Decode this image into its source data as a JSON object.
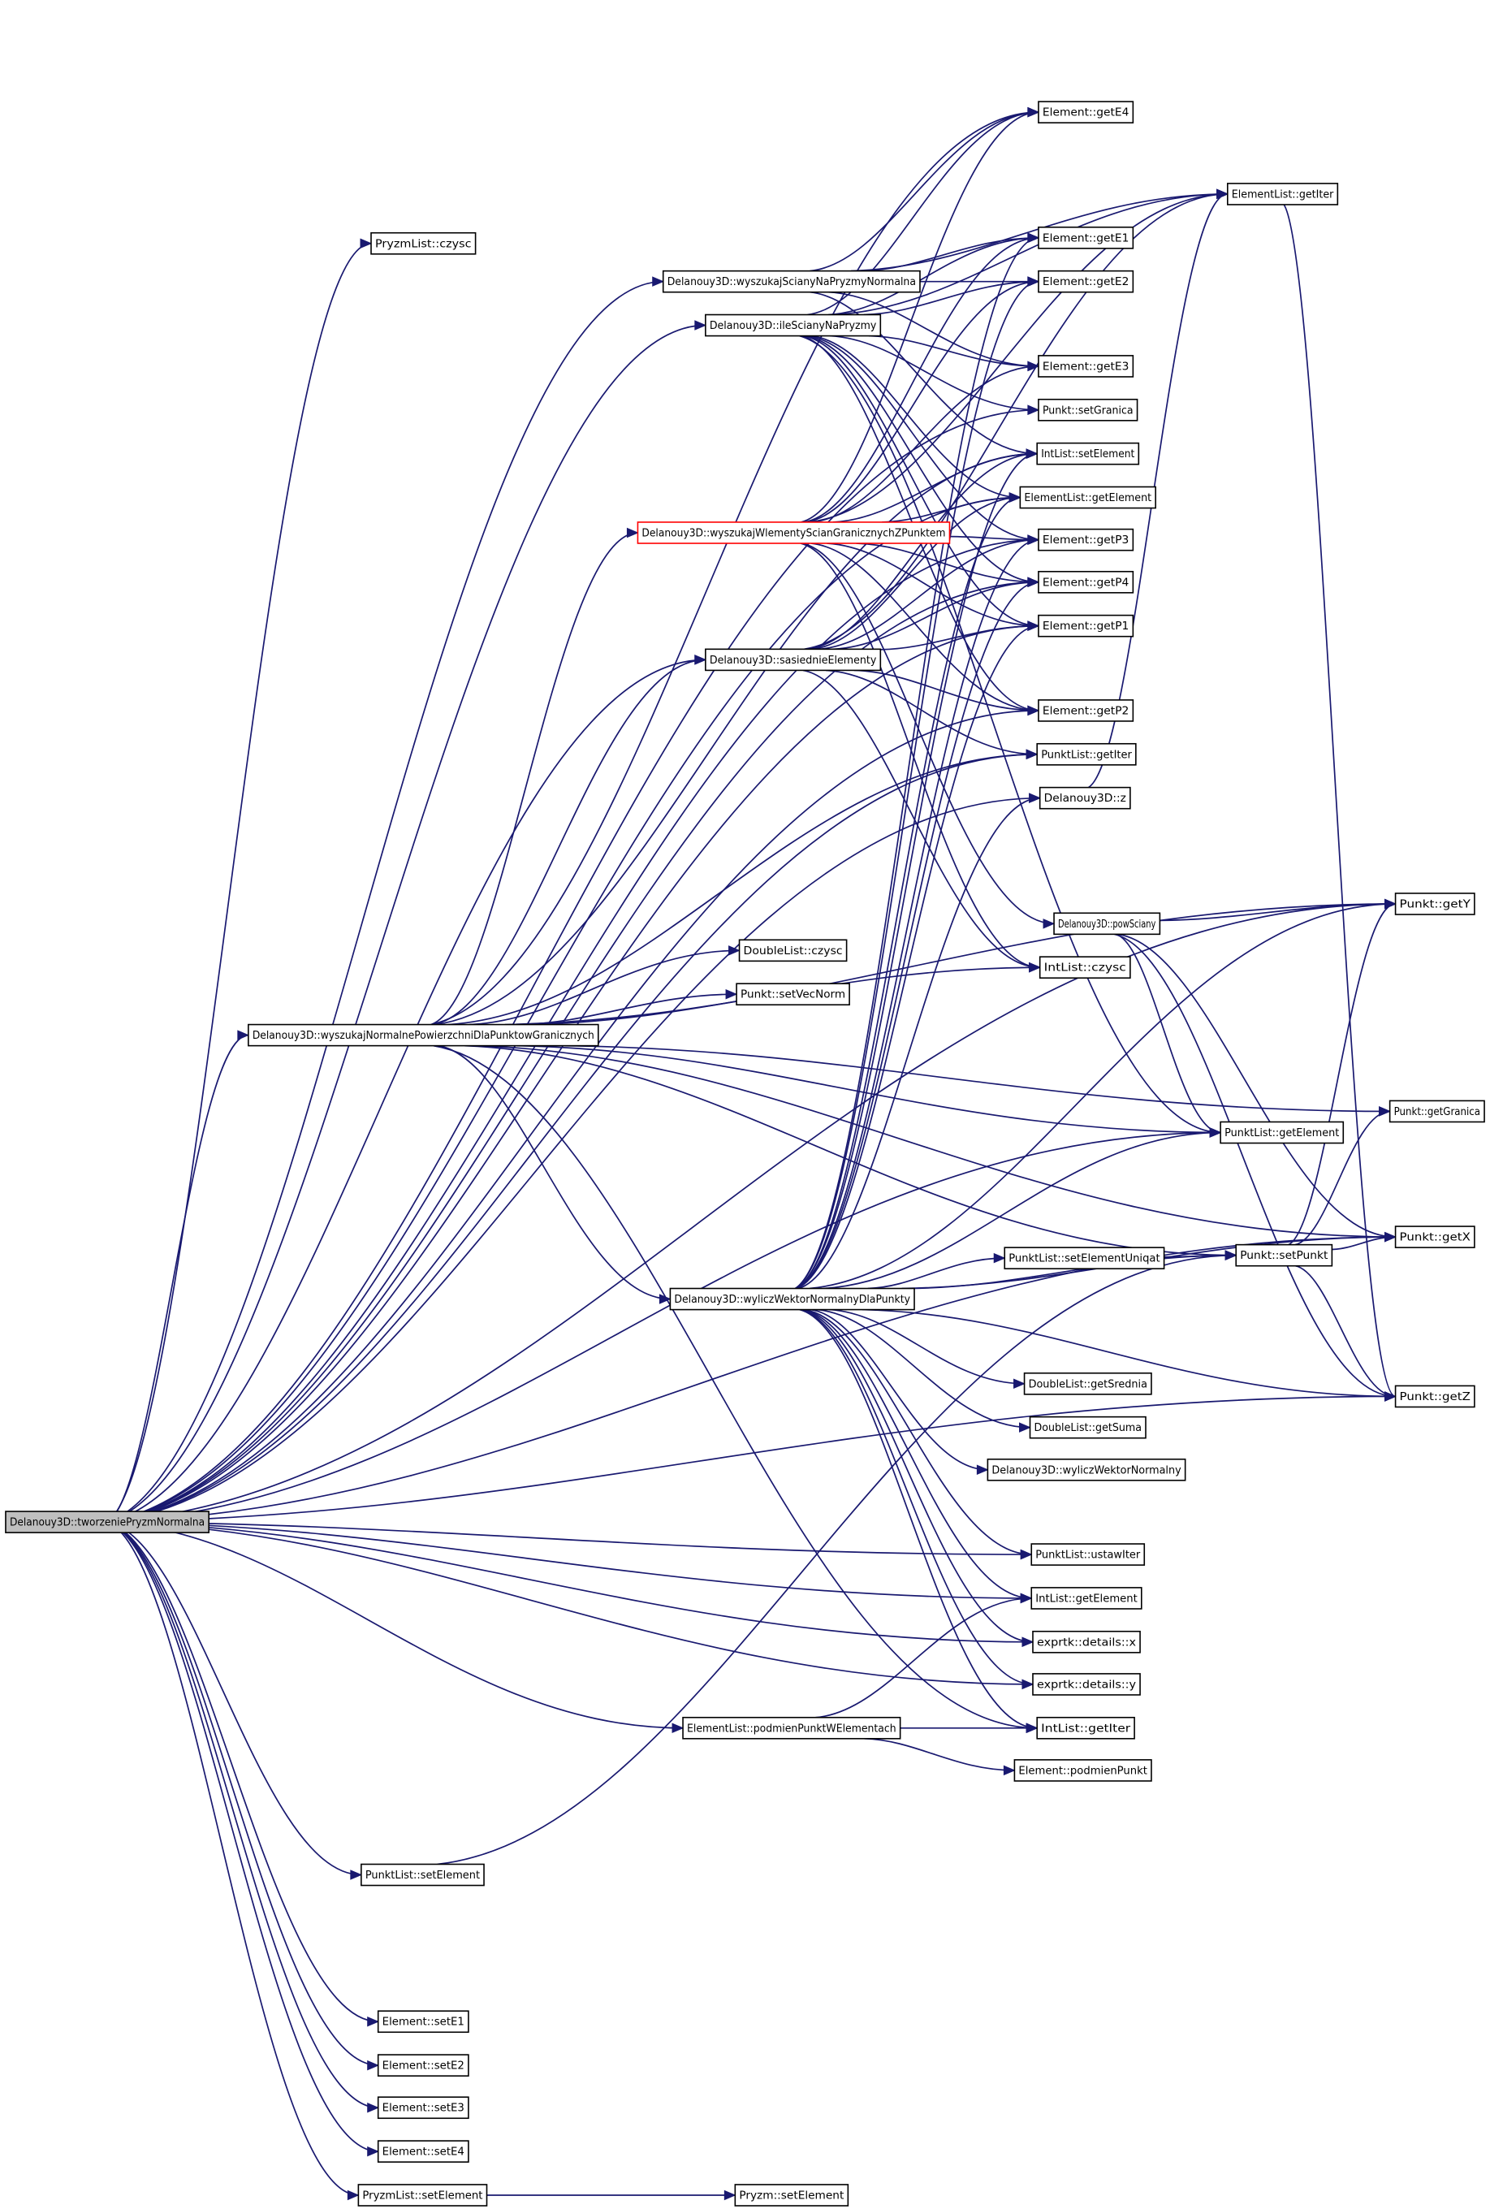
{
  "graph": {
    "nodes": [
      {
        "id": "tworzenie",
        "label": "Delanouy3D::tworzeniePryzmNormalna",
        "style": "root"
      },
      {
        "id": "pryzmlist_czysc",
        "label": "PryzmList::czysc"
      },
      {
        "id": "wyszukajSciany",
        "label": "Delanouy3D::wyszukajScianyNaPryzmyNormalna"
      },
      {
        "id": "ileSciany",
        "label": "Delanouy3D::ileScianyNaPryzmy"
      },
      {
        "id": "wyszukajWlementy",
        "label": "Delanouy3D::wyszukajWlementyScianGranicznychZPunktem",
        "style": "highlight"
      },
      {
        "id": "sasiednie",
        "label": "Delanouy3D::sasiednieElementy"
      },
      {
        "id": "doublelist_czysc",
        "label": "DoubleList::czysc"
      },
      {
        "id": "setVecNorm",
        "label": "Punkt::setVecNorm"
      },
      {
        "id": "wyszukajNormalne",
        "label": "Delanouy3D::wyszukajNormalnePowierzchniDlaPunktowGranicznych"
      },
      {
        "id": "wyliczWektorDla",
        "label": "Delanouy3D::wyliczWektorNormalnyDlaPunkty"
      },
      {
        "id": "podmienPunktWE",
        "label": "ElementList::podmienPunktWElementach"
      },
      {
        "id": "punktlist_setElement",
        "label": "PunktList::setElement"
      },
      {
        "id": "setE1",
        "label": "Element::setE1"
      },
      {
        "id": "setE2",
        "label": "Element::setE2"
      },
      {
        "id": "setE3",
        "label": "Element::setE3"
      },
      {
        "id": "setE4",
        "label": "Element::setE4"
      },
      {
        "id": "pryzmlist_setElement",
        "label": "PryzmList::setElement"
      },
      {
        "id": "pryzm_setElement",
        "label": "Pryzm::setElement"
      },
      {
        "id": "getE4",
        "label": "Element::getE4"
      },
      {
        "id": "getE1",
        "label": "Element::getE1"
      },
      {
        "id": "getE2",
        "label": "Element::getE2"
      },
      {
        "id": "getE3",
        "label": "Element::getE3"
      },
      {
        "id": "setGranica",
        "label": "Punkt::setGranica"
      },
      {
        "id": "intlist_setElement",
        "label": "IntList::setElement"
      },
      {
        "id": "elementlist_getElement",
        "label": "ElementList::getElement"
      },
      {
        "id": "getP3",
        "label": "Element::getP3"
      },
      {
        "id": "getP4",
        "label": "Element::getP4"
      },
      {
        "id": "getP1",
        "label": "Element::getP1"
      },
      {
        "id": "getP2",
        "label": "Element::getP2"
      },
      {
        "id": "punktlist_getIter",
        "label": "PunktList::getIter"
      },
      {
        "id": "z",
        "label": "Delanouy3D::z"
      },
      {
        "id": "powSciany",
        "label": "Delanouy3D::powSciany"
      },
      {
        "id": "intlist_czysc",
        "label": "IntList::czysc"
      },
      {
        "id": "setElementUniqat",
        "label": "PunktList::setElementUniqat"
      },
      {
        "id": "getSrednia",
        "label": "DoubleList::getSrednia"
      },
      {
        "id": "getSuma",
        "label": "DoubleList::getSuma"
      },
      {
        "id": "wyliczWektorNormalny",
        "label": "Delanouy3D::wyliczWektorNormalny"
      },
      {
        "id": "ustawIter",
        "label": "PunktList::ustawIter"
      },
      {
        "id": "intlist_getElement",
        "label": "IntList::getElement"
      },
      {
        "id": "details_x",
        "label": "exprtk::details::x"
      },
      {
        "id": "details_y",
        "label": "exprtk::details::y"
      },
      {
        "id": "intlist_getIter",
        "label": "IntList::getIter"
      },
      {
        "id": "podmienPunkt",
        "label": "Element::podmienPunkt"
      },
      {
        "id": "elementlist_getIter",
        "label": "ElementList::getIter"
      },
      {
        "id": "punktlist_getElement",
        "label": "PunktList::getElement"
      },
      {
        "id": "setPunkt",
        "label": "Punkt::setPunkt"
      },
      {
        "id": "getY",
        "label": "Punkt::getY"
      },
      {
        "id": "getGranica",
        "label": "Punkt::getGranica"
      },
      {
        "id": "getX",
        "label": "Punkt::getX"
      },
      {
        "id": "getZ",
        "label": "Punkt::getZ"
      }
    ]
  }
}
